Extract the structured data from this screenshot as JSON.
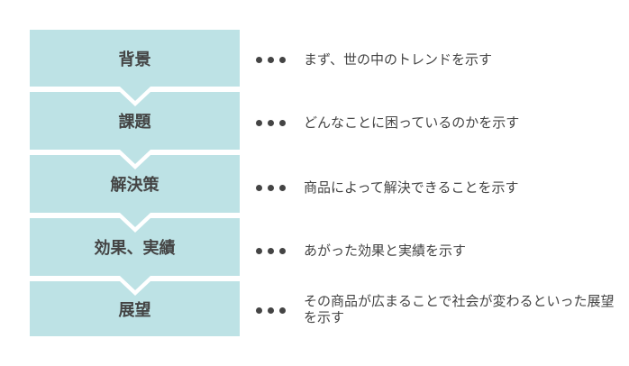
{
  "steps": [
    {
      "label": "背景",
      "description": "まず、世の中のトレンドを示す"
    },
    {
      "label": "課題",
      "description": "どんなことに困っているのかを示す"
    },
    {
      "label": "解決策",
      "description": "商品によって解決できることを示す"
    },
    {
      "label": "効果、実績",
      "description": "あがった効果と実績を示す"
    },
    {
      "label": "展望",
      "description": "その商品が広まることで社会が変わるといった展望を示す"
    }
  ],
  "colors": {
    "box": "#bde2e5",
    "text": "#444444"
  }
}
